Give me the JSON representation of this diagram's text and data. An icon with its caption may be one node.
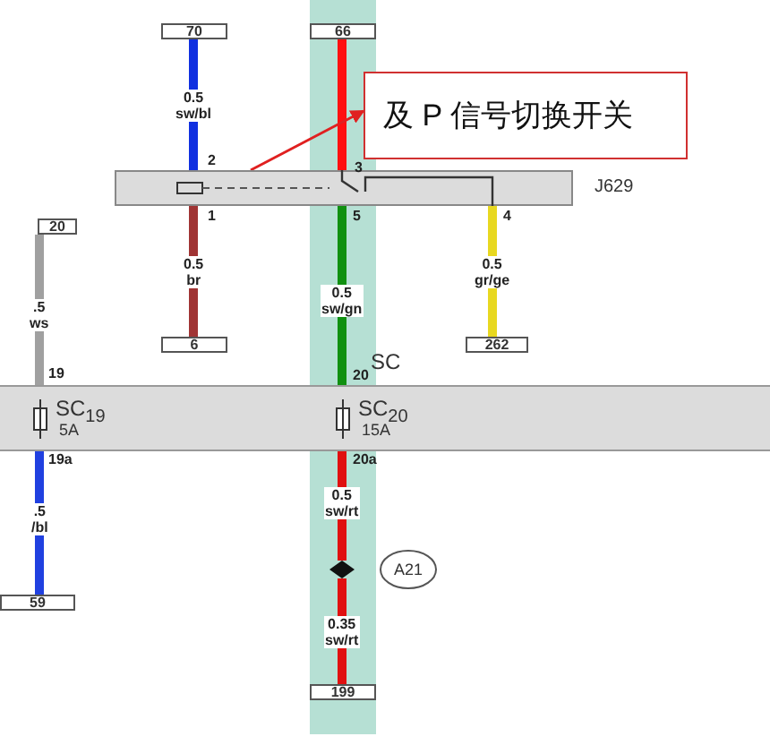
{
  "diagram": {
    "nodes": [
      {
        "text": [
          "70"
        ]
      },
      {
        "text": [
          "66"
        ]
      },
      {
        "text": [
          "及 P 信号切换开关"
        ]
      },
      {
        "text": [
          "J629"
        ]
      },
      {
        "text": [
          "20"
        ]
      },
      {
        "text": [
          "6"
        ]
      },
      {
        "text": [
          "262"
        ]
      },
      {
        "text": [
          "SC"
        ]
      },
      {
        "text": [
          "SC$_{19}$",
          "5A"
        ],
        "in": 7
      },
      {
        "text": [
          "SC$_{20}$",
          "15A"
        ],
        "in": 7
      },
      {
        "text": [],
        "shape": "diamond"
      },
      {
        "text": [
          "A21"
        ]
      },
      {
        "text": [
          "59"
        ]
      },
      {
        "text": [
          "199"
        ]
      }
    ],
    "edges": [
      {
        "from": 0,
        "to": 3,
        "arrow": "none",
        "label": "0.5 sw/bl",
        "color": "#1030e0"
      },
      {
        "from": 1,
        "to": 3,
        "arrow": "none",
        "color": "#ff1010"
      },
      {
        "from": 3,
        "to": 5,
        "arrow": "none",
        "label": "0.5 br",
        "color": "#a03434"
      },
      {
        "from": 3,
        "to": 9,
        "arrow": "none",
        "label": "0.5 sw/gn",
        "color": "#109010"
      },
      {
        "from": 3,
        "to": 6,
        "arrow": "none",
        "label": "0.5 gr/ge",
        "color": "#e8d820"
      },
      {
        "from": 4,
        "to": 8,
        "arrow": "none",
        "label": ".5 ws",
        "color": "#a0a0a0"
      },
      {
        "from": 8,
        "to": 12,
        "arrow": "none",
        "label": ".5 /bl",
        "color": "#2040e0"
      },
      {
        "from": 9,
        "to": 10,
        "arrow": "none",
        "label": "0.5 sw/rt",
        "color": "#e01010"
      },
      {
        "from": 10,
        "to": 13,
        "arrow": "none",
        "label": "0.35 sw/rt",
        "color": "#e01010"
      },
      {
        "from": 3,
        "to": 2,
        "arrow": "to",
        "color": "#e02020"
      }
    ],
    "labels": [
      "2",
      "3",
      "1",
      "5",
      "4",
      "19",
      "20",
      "19a",
      "20a"
    ]
  }
}
